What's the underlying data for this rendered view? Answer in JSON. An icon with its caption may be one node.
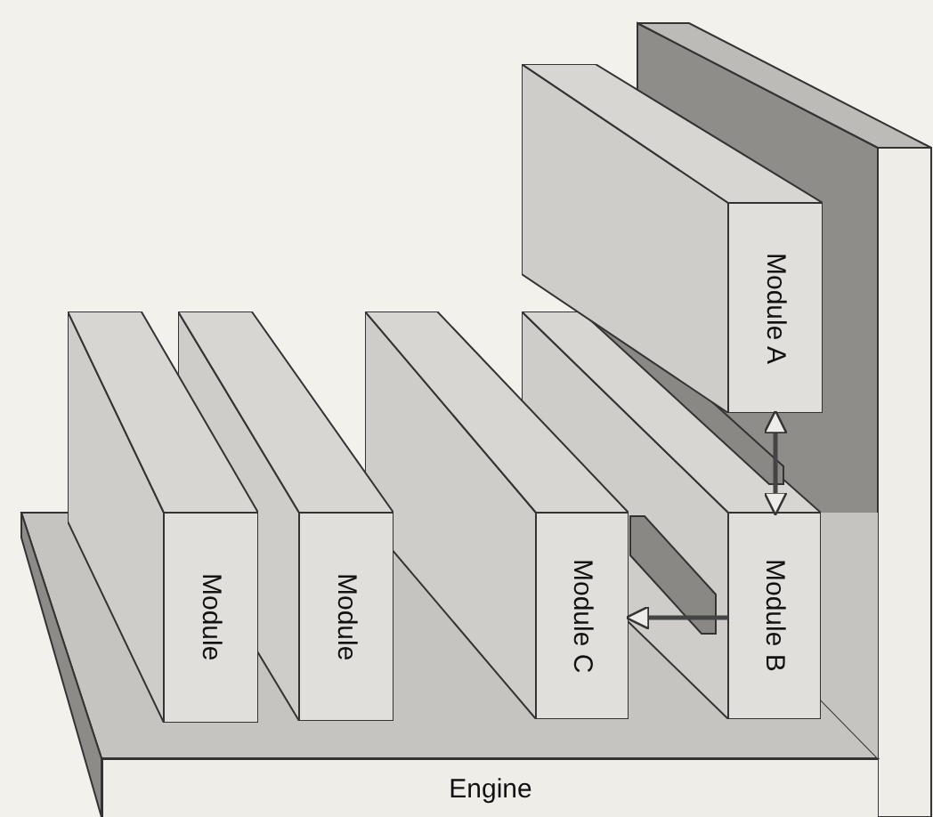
{
  "diagram": {
    "nodes": [
      {
        "text": [
          "Module A"
        ]
      },
      {
        "text": [
          "Module"
        ]
      },
      {
        "text": [
          "Module"
        ]
      },
      {
        "text": [
          "Module C"
        ]
      },
      {
        "text": [
          "Module B"
        ]
      },
      {
        "text": [
          "Engine"
        ]
      }
    ],
    "edges": [
      {
        "from": 0,
        "to": 4,
        "arrow": "both"
      },
      {
        "from": 4,
        "to": 3,
        "arrow": "to"
      }
    ]
  }
}
